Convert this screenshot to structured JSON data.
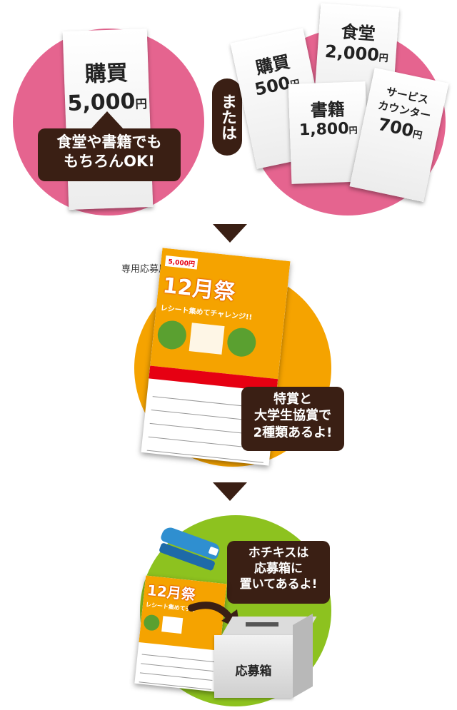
{
  "top_left": {
    "receipt_name": "購買",
    "receipt_amount": "5,000",
    "yen": "円",
    "bubble_line1": "食堂や書籍でも",
    "bubble_line2": "もちろんOK!"
  },
  "or_label": "または",
  "top_right": {
    "receipts": [
      {
        "name": "購買",
        "amount": "500",
        "yen": "円"
      },
      {
        "name": "食堂",
        "amount": "2,000",
        "yen": "円"
      },
      {
        "name": "書籍",
        "amount": "1,800",
        "yen": "円"
      },
      {
        "name": "サービス\nカウンター",
        "amount": "700",
        "yen": "円"
      }
    ]
  },
  "middle": {
    "caption": "専用応募用紙",
    "form_tag": "5,000円",
    "form_title": "12月祭",
    "form_headline": "レシート集めてチャレンジ!!",
    "bubble_line1": "特賞と",
    "bubble_line2": "大学生協賞で",
    "bubble_line3": "2種類あるよ!"
  },
  "bottom": {
    "bubble_line1": "ホチキスは",
    "bubble_line2": "応募箱に",
    "bubble_line3": "置いてあるよ!",
    "box_label": "応募箱",
    "form_title": "12月祭",
    "form_headline": "レシート集めてチャ"
  },
  "colors": {
    "pink": "#e5648f",
    "orange": "#f5a300",
    "green": "#8dc21f",
    "dark": "#3a1f14"
  }
}
